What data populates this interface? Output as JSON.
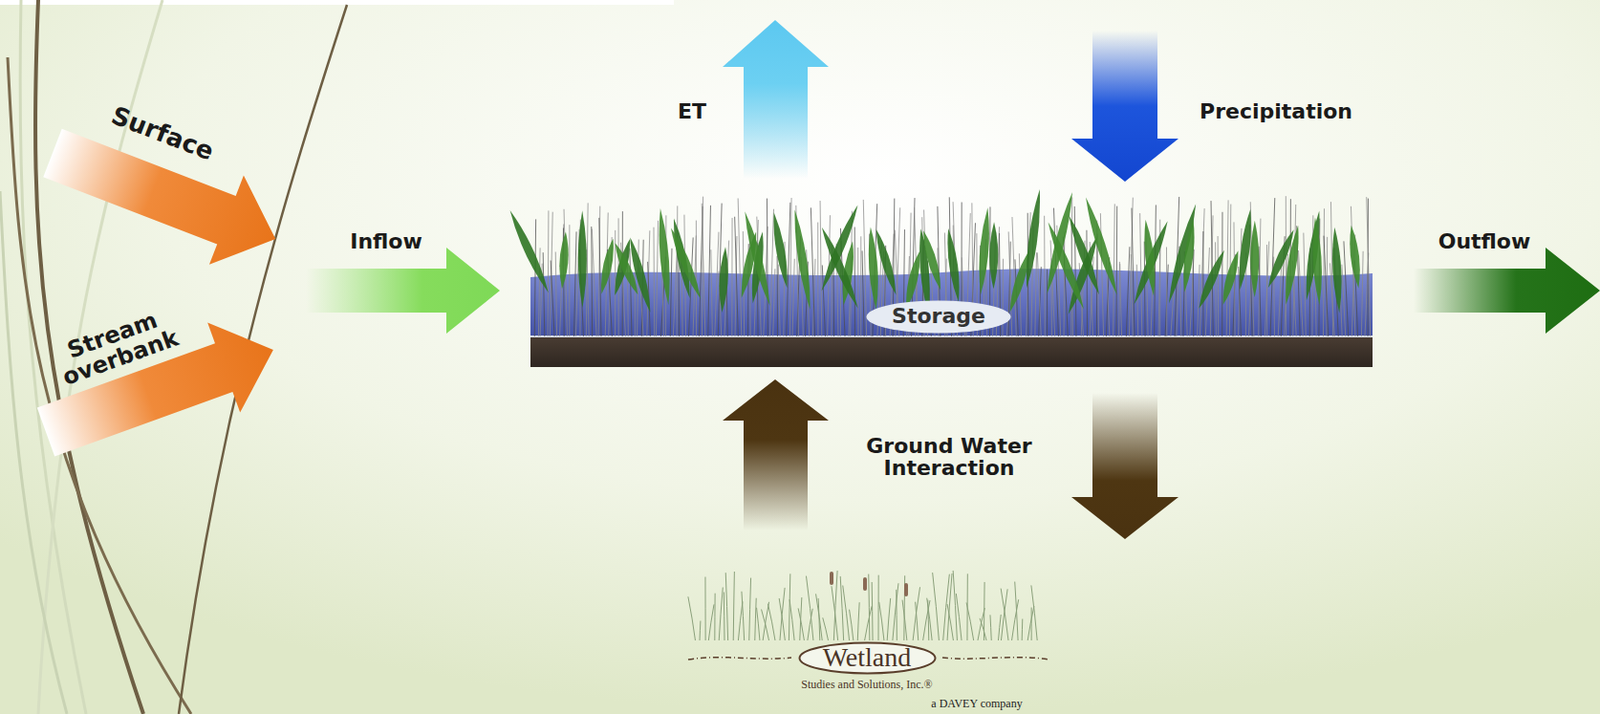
{
  "diagram": {
    "nodes": [
      {
        "text": [
          "Storage"
        ]
      },
      {
        "text": [
          "Wetland"
        ]
      }
    ],
    "labels": [
      "Surface",
      "Stream overbank",
      "Inflow",
      "ET",
      "Precipitation",
      "Outflow",
      "Ground Water Interaction",
      "Studies and Solutions, Inc.®",
      "a DAVEY company"
    ]
  }
}
